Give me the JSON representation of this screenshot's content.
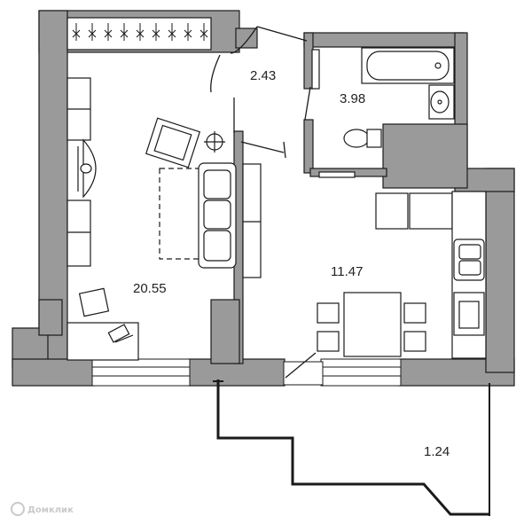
{
  "floorplan": {
    "rooms": [
      {
        "id": "living-room",
        "area": "20.55"
      },
      {
        "id": "hallway",
        "area": "2.43"
      },
      {
        "id": "bathroom",
        "area": "3.98"
      },
      {
        "id": "kitchen",
        "area": "11.47"
      },
      {
        "id": "balcony",
        "area": "1.24"
      }
    ],
    "watermark": "Домклик",
    "colors": {
      "wall": "#9a9a9a",
      "wall_outline": "#1a1a1a",
      "furniture": "#1a1a1a",
      "background": "#ffffff"
    }
  }
}
